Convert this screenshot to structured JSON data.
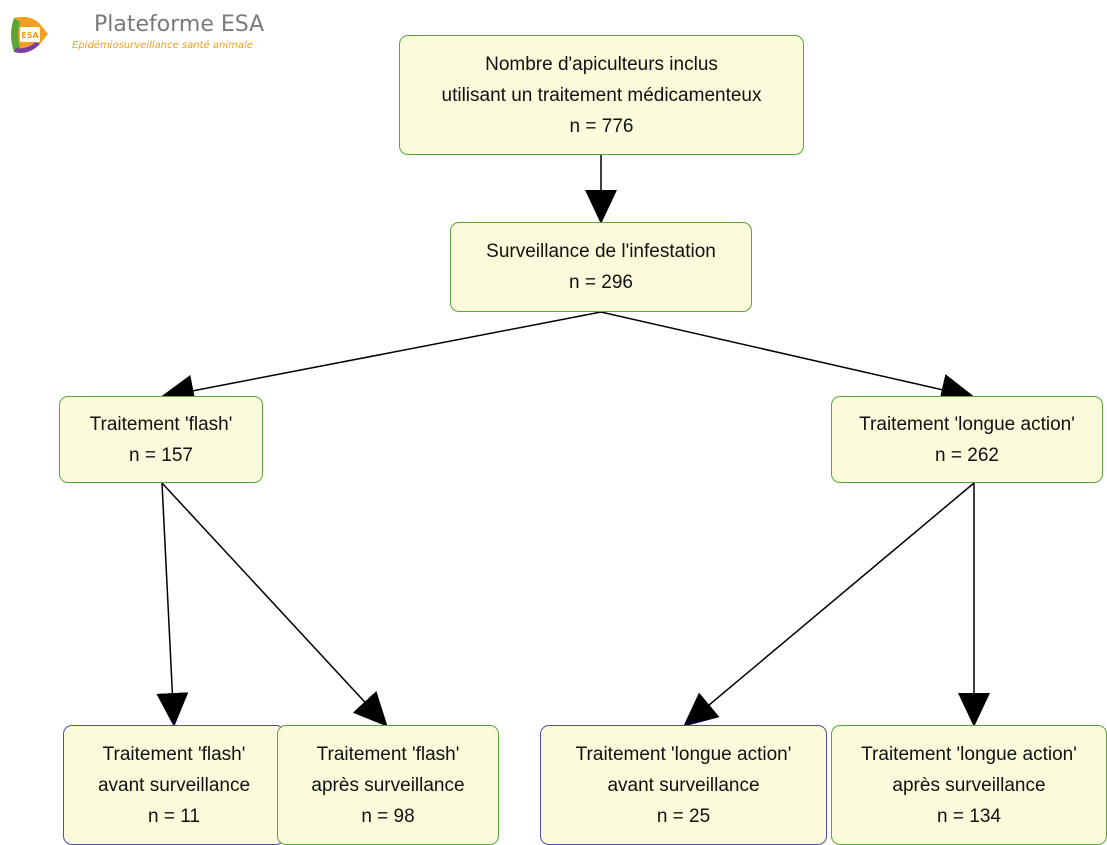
{
  "header": {
    "logo_text": "ESA",
    "title": "Plateforme ESA",
    "subtitle": "Epidémiosurveillance santé animale"
  },
  "nodes": {
    "root": {
      "lines": [
        "Nombre d'apiculteurs inclus",
        "utilisant un traitement médicamenteux",
        "n = 776"
      ]
    },
    "surveillance": {
      "lines": [
        "Surveillance de l'infestation",
        "n = 296"
      ]
    },
    "flash": {
      "lines": [
        "Traitement 'flash'",
        "n = 157"
      ]
    },
    "longue": {
      "lines": [
        "Traitement 'longue action'",
        "n = 262"
      ]
    },
    "flash_avant": {
      "lines": [
        "Traitement 'flash'",
        "avant surveillance",
        "n = 11"
      ]
    },
    "flash_apres": {
      "lines": [
        "Traitement 'flash'",
        "après surveillance",
        "n = 98"
      ]
    },
    "longue_avant": {
      "lines": [
        "Traitement 'longue action'",
        "avant surveillance",
        "n = 25"
      ]
    },
    "longue_apres": {
      "lines": [
        "Traitement 'longue action'",
        "après surveillance",
        "n = 134"
      ]
    }
  },
  "colors": {
    "node_fill": "#fbfbdc",
    "green_border": "#5aa53a",
    "blue_border": "#4a4fae",
    "arrow": "#000000",
    "logo_orange": "#f0a020",
    "logo_green": "#5aa53a",
    "logo_purple": "#7b3fa0"
  }
}
